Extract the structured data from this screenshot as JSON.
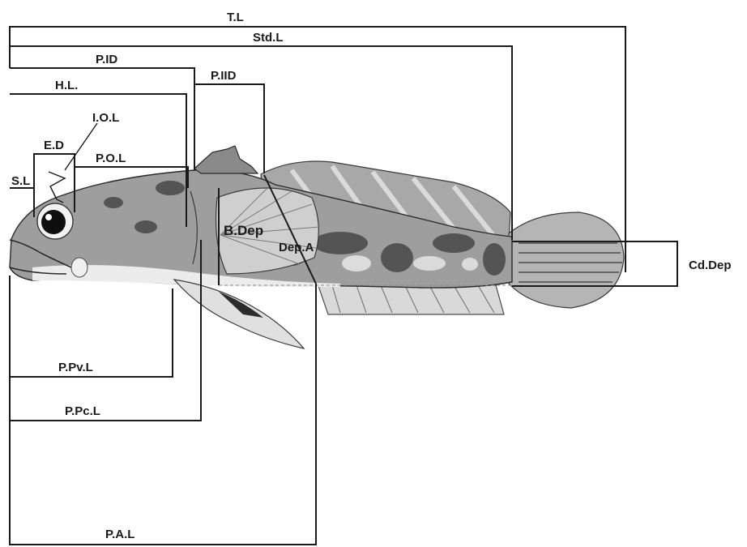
{
  "labels": {
    "total_length": "T.L",
    "standard_length": "Std.L",
    "pre_first_dorsal": "P.ID",
    "pre_second_dorsal": "P.IID",
    "head_length": "H.L.",
    "interorbital_length": "I.O.L",
    "eye_diameter": "E.D",
    "post_orbital_length": "P.O.L",
    "snout_length": "S.L",
    "body_depth": "B.Dep",
    "depth_at_anal": "Dep.A",
    "caudal_depth": "Cd.Dep",
    "pre_pelvic_length": "P.Pv.L",
    "pre_pectoral_length": "P.Pc.L",
    "pre_anal_length": "P.A.L"
  },
  "colors": {
    "line": "#1a1a1a",
    "fish_body": "#9a9a9a",
    "fish_dark": "#3a3a3a",
    "fish_light": "#e6e6e6"
  }
}
